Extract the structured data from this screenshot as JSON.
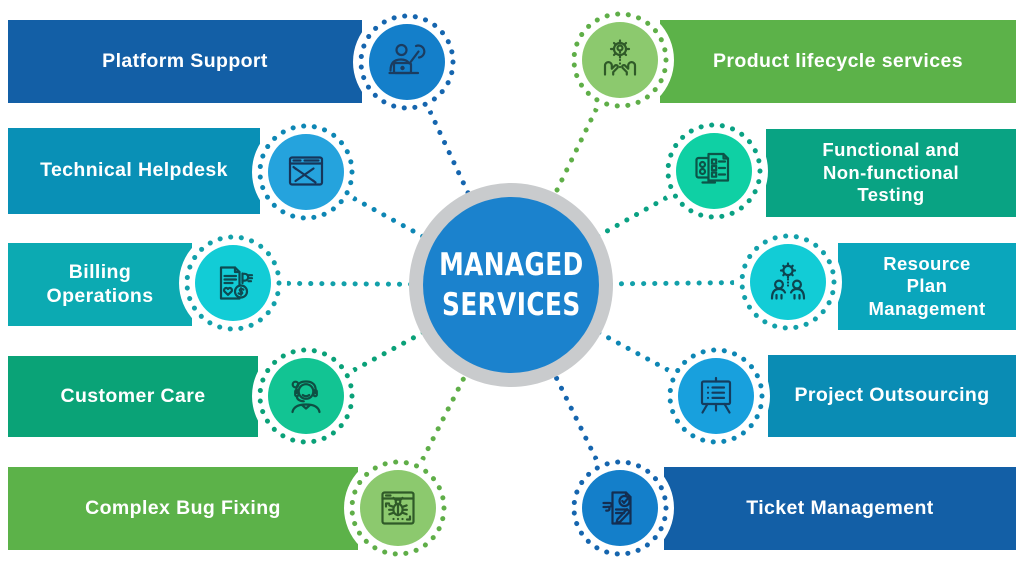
{
  "center": {
    "line1": "MANAGED",
    "line2": "SERVICES",
    "circle_color": "#1b82cd",
    "ring_color": "#c9cbcd"
  },
  "items": [
    {
      "label": "Platform Support",
      "bar_color": "#135fa6",
      "icon_bg": "#147fca",
      "ring_color": "#1565ae",
      "connector_color": "#1565ae",
      "icon_stroke": "#1b3c60",
      "icon": "technician-wrench-laptop"
    },
    {
      "label": "Technical Helpdesk",
      "bar_color": "#0990b6",
      "icon_bg": "#25a3dd",
      "ring_color": "#0d86b4",
      "connector_color": "#0d86b4",
      "icon_stroke": "#16355a",
      "icon": "browser-repair-tools"
    },
    {
      "label": "Billing\nOperations",
      "bar_color": "#0caab2",
      "icon_bg": "#12ccd6",
      "ring_color": "#12a0aa",
      "connector_color": "#12a0aa",
      "icon_stroke": "#0d4b52",
      "icon": "invoice-heart-coin"
    },
    {
      "label": "Customer Care",
      "bar_color": "#0aa377",
      "icon_bg": "#12c493",
      "ring_color": "#0aa178",
      "connector_color": "#0aa178",
      "icon_stroke": "#0e4f43",
      "icon": "support-agent-headset"
    },
    {
      "label": "Complex Bug Fixing",
      "bar_color": "#5cb249",
      "icon_bg": "#8cc96e",
      "ring_color": "#5fae48",
      "connector_color": "#5fae48",
      "icon_stroke": "#2f5a28",
      "icon": "browser-bug"
    },
    {
      "label": "Product lifecycle services",
      "bar_color": "#5cb249",
      "icon_bg": "#8cc96e",
      "ring_color": "#5fae48",
      "connector_color": "#5fae48",
      "icon_stroke": "#2f5a28",
      "icon": "hands-gear-bulb"
    },
    {
      "label": "Functional and\nNon-functional\nTesting",
      "bar_color": "#09a383",
      "icon_bg": "#0fd0a4",
      "ring_color": "#0aa183",
      "connector_color": "#0aa183",
      "icon_stroke": "#0c5448",
      "icon": "monitor-checklist"
    },
    {
      "label": "Resource\nPlan\nManagement",
      "bar_color": "#0aa6bc",
      "icon_bg": "#12ccd6",
      "ring_color": "#12a0aa",
      "connector_color": "#12a0aa",
      "icon_stroke": "#0d4450",
      "icon": "team-gear"
    },
    {
      "label": "Project Outsourcing",
      "bar_color": "#0a8cb4",
      "icon_bg": "#18a0dd",
      "ring_color": "#0d86b4",
      "connector_color": "#0d86b4",
      "icon_stroke": "#143c5e",
      "icon": "presentation-board"
    },
    {
      "label": "Ticket Management",
      "bar_color": "#135fa6",
      "icon_bg": "#147fca",
      "ring_color": "#1565ae",
      "connector_color": "#1565ae",
      "icon_stroke": "#132e52",
      "icon": "document-check-pen"
    }
  ]
}
